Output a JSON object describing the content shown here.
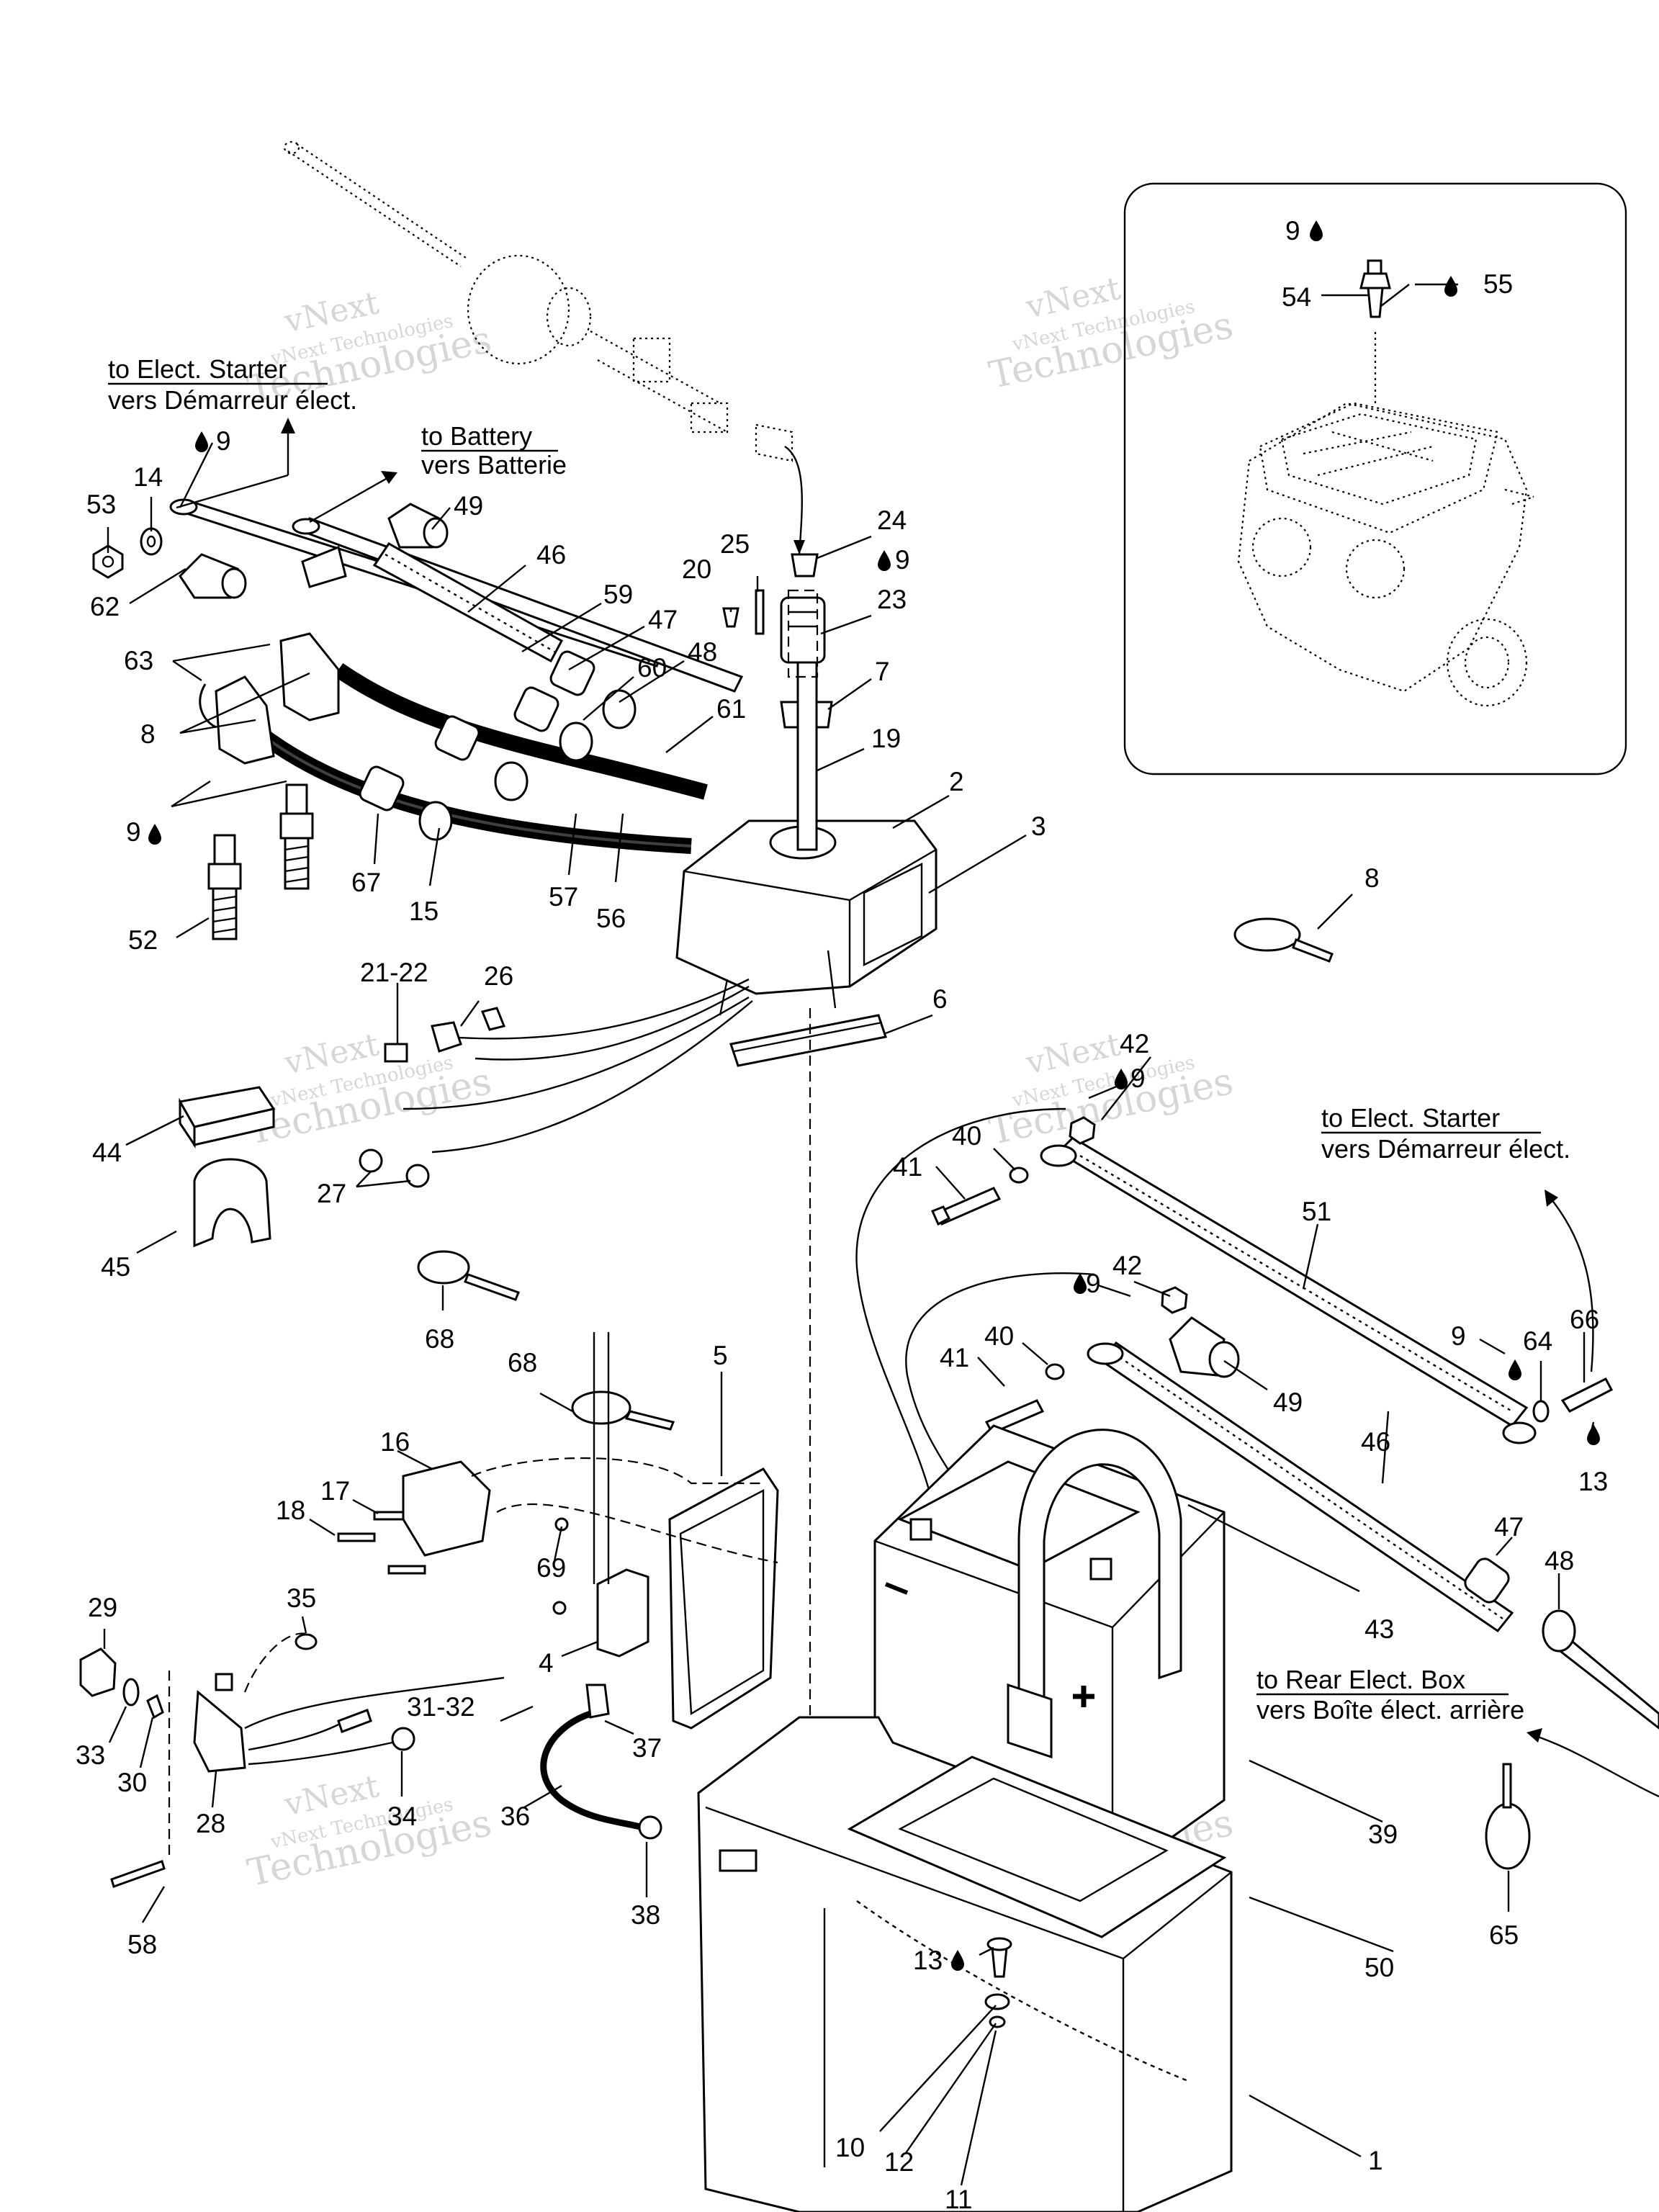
{
  "watermark": {
    "line1": "vNext",
    "line2": "vNext Technologies",
    "line3": "Technologies"
  },
  "notes": {
    "starter_top": {
      "en": "to Elect. Starter",
      "fr": "vers Démarreur élect."
    },
    "battery": {
      "en": "to Battery",
      "fr": "vers Batterie"
    },
    "starter_right": {
      "en": "to Elect. Starter",
      "fr": "vers Démarreur élect."
    },
    "rear_box": {
      "en": "to Rear Elect. Box",
      "fr": "vers Boîte élect. arrière"
    }
  },
  "callouts": [
    {
      "id": "c9a",
      "text": "9"
    },
    {
      "id": "c53",
      "text": "53"
    },
    {
      "id": "c14",
      "text": "14"
    },
    {
      "id": "c62",
      "text": "62"
    },
    {
      "id": "c49a",
      "text": "49"
    },
    {
      "id": "c46a",
      "text": "46"
    },
    {
      "id": "c59",
      "text": "59"
    },
    {
      "id": "c47a",
      "text": "47"
    },
    {
      "id": "c48a",
      "text": "48"
    },
    {
      "id": "c60",
      "text": "60"
    },
    {
      "id": "c61",
      "text": "61"
    },
    {
      "id": "c63",
      "text": "63"
    },
    {
      "id": "c8a",
      "text": "8"
    },
    {
      "id": "c9b",
      "text": "9"
    },
    {
      "id": "c52",
      "text": "52"
    },
    {
      "id": "c67",
      "text": "67"
    },
    {
      "id": "c15",
      "text": "15"
    },
    {
      "id": "c57",
      "text": "57"
    },
    {
      "id": "c56",
      "text": "56"
    },
    {
      "id": "c25",
      "text": "25"
    },
    {
      "id": "c20",
      "text": "20"
    },
    {
      "id": "c24",
      "text": "24"
    },
    {
      "id": "c9c",
      "text": "9"
    },
    {
      "id": "c23",
      "text": "23"
    },
    {
      "id": "c7",
      "text": "7"
    },
    {
      "id": "c19",
      "text": "19"
    },
    {
      "id": "c2",
      "text": "2"
    },
    {
      "id": "c3",
      "text": "3"
    },
    {
      "id": "c21",
      "text": "21-22"
    },
    {
      "id": "c26",
      "text": "26"
    },
    {
      "id": "c44",
      "text": "44"
    },
    {
      "id": "c27",
      "text": "27"
    },
    {
      "id": "c45",
      "text": "45"
    },
    {
      "id": "c6",
      "text": "6"
    },
    {
      "id": "c68a",
      "text": "68"
    },
    {
      "id": "c8b",
      "text": "8"
    },
    {
      "id": "c9d",
      "text": "9"
    },
    {
      "id": "c54",
      "text": "54"
    },
    {
      "id": "c55",
      "text": "55"
    },
    {
      "id": "c42a",
      "text": "42"
    },
    {
      "id": "c9e",
      "text": "9"
    },
    {
      "id": "c40a",
      "text": "40"
    },
    {
      "id": "c41a",
      "text": "41"
    },
    {
      "id": "c51",
      "text": "51"
    },
    {
      "id": "c42b",
      "text": "42"
    },
    {
      "id": "c9f",
      "text": "9"
    },
    {
      "id": "c40b",
      "text": "40"
    },
    {
      "id": "c41b",
      "text": "41"
    },
    {
      "id": "c49b",
      "text": "49"
    },
    {
      "id": "c9g",
      "text": "9"
    },
    {
      "id": "c64",
      "text": "64"
    },
    {
      "id": "c66",
      "text": "66"
    },
    {
      "id": "c13a",
      "text": "13"
    },
    {
      "id": "c46b",
      "text": "46"
    },
    {
      "id": "c47b",
      "text": "47"
    },
    {
      "id": "c48b",
      "text": "48"
    },
    {
      "id": "c68b",
      "text": "68"
    },
    {
      "id": "c5",
      "text": "5"
    },
    {
      "id": "c16",
      "text": "16"
    },
    {
      "id": "c17",
      "text": "17"
    },
    {
      "id": "c18",
      "text": "18"
    },
    {
      "id": "c69",
      "text": "69"
    },
    {
      "id": "c43",
      "text": "43"
    },
    {
      "id": "c29",
      "text": "29"
    },
    {
      "id": "c35",
      "text": "35"
    },
    {
      "id": "c4",
      "text": "4"
    },
    {
      "id": "c31",
      "text": "31-32"
    },
    {
      "id": "c37",
      "text": "37"
    },
    {
      "id": "c33",
      "text": "33"
    },
    {
      "id": "c30",
      "text": "30"
    },
    {
      "id": "c28",
      "text": "28"
    },
    {
      "id": "c34",
      "text": "34"
    },
    {
      "id": "c36",
      "text": "36"
    },
    {
      "id": "c39",
      "text": "39"
    },
    {
      "id": "c65",
      "text": "65"
    },
    {
      "id": "c38",
      "text": "38"
    },
    {
      "id": "c58",
      "text": "58"
    },
    {
      "id": "c50",
      "text": "50"
    },
    {
      "id": "c13b",
      "text": "13"
    },
    {
      "id": "c10",
      "text": "10"
    },
    {
      "id": "c12",
      "text": "12"
    },
    {
      "id": "c11",
      "text": "11"
    },
    {
      "id": "c1",
      "text": "1"
    }
  ]
}
